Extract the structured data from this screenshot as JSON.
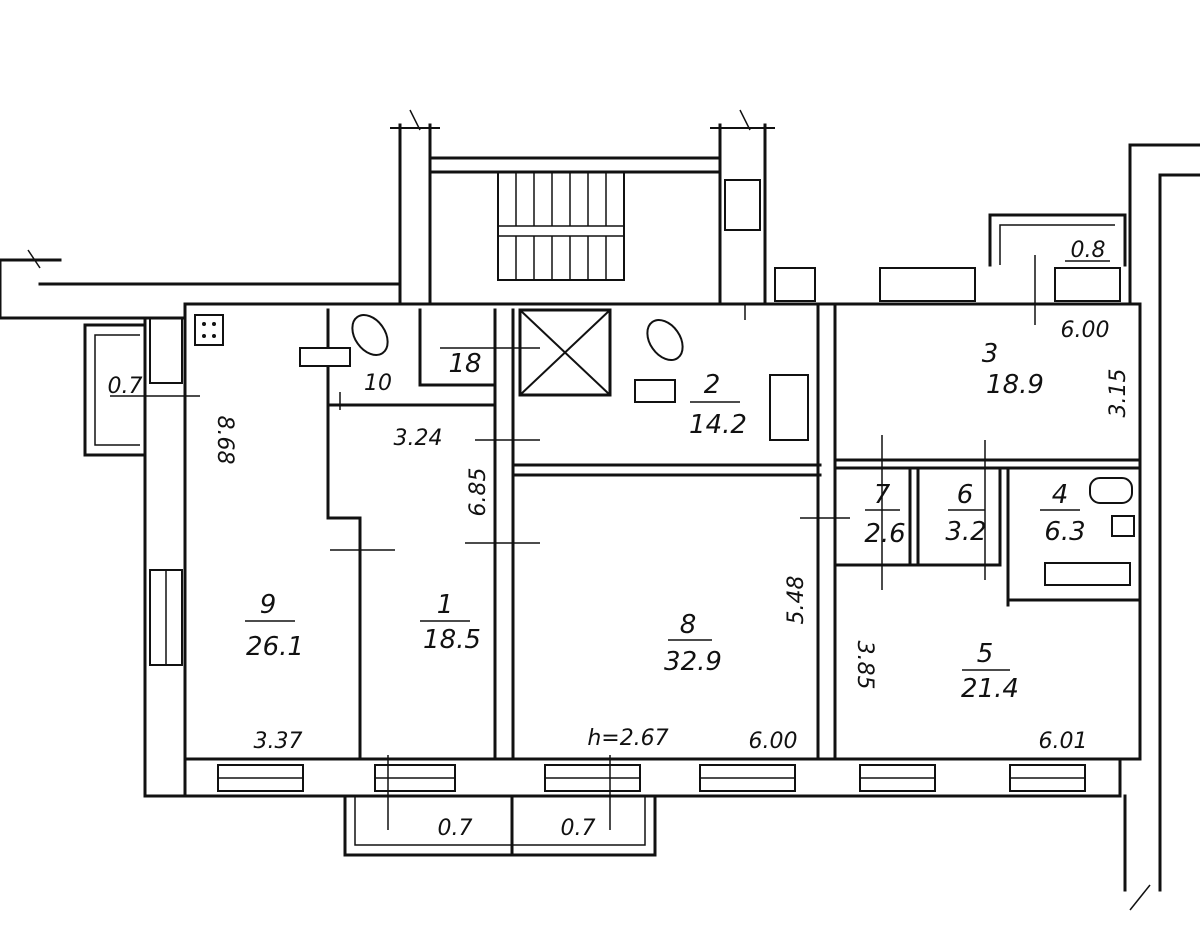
{
  "rooms": [
    {
      "num": "1",
      "area": "18.5"
    },
    {
      "num": "2",
      "area": "14.2"
    },
    {
      "num": "3",
      "area": "18.9"
    },
    {
      "num": "4",
      "area": "6.3"
    },
    {
      "num": "5",
      "area": "21.4"
    },
    {
      "num": "6",
      "area": "3.2"
    },
    {
      "num": "7",
      "area": "2.6"
    },
    {
      "num": "8",
      "area": "32.9"
    },
    {
      "num": "9",
      "area": "26.1"
    }
  ],
  "small_rooms": [
    {
      "num": "10"
    },
    {
      "num": "18"
    }
  ],
  "dimensions": {
    "d_868": "8.68",
    "d_324": "3.24",
    "d_685": "6.85",
    "d_548": "5.48",
    "d_385": "3.85",
    "d_315": "3.15",
    "d_600_top": "6.00",
    "d_337": "3.37",
    "d_600_bottom": "6.00",
    "d_601": "6.01",
    "ceiling_height": "h=2.67"
  },
  "balconies": {
    "left": "0.7",
    "top_right": "0.8",
    "bottom_left": "0.7",
    "bottom_right": "0.7"
  }
}
